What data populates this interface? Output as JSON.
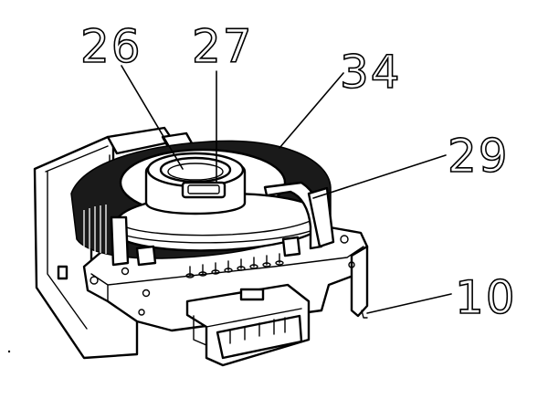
{
  "labels": {
    "l26": "26",
    "l27": "27",
    "l34": "34",
    "l29": "29",
    "l10": "10"
  }
}
